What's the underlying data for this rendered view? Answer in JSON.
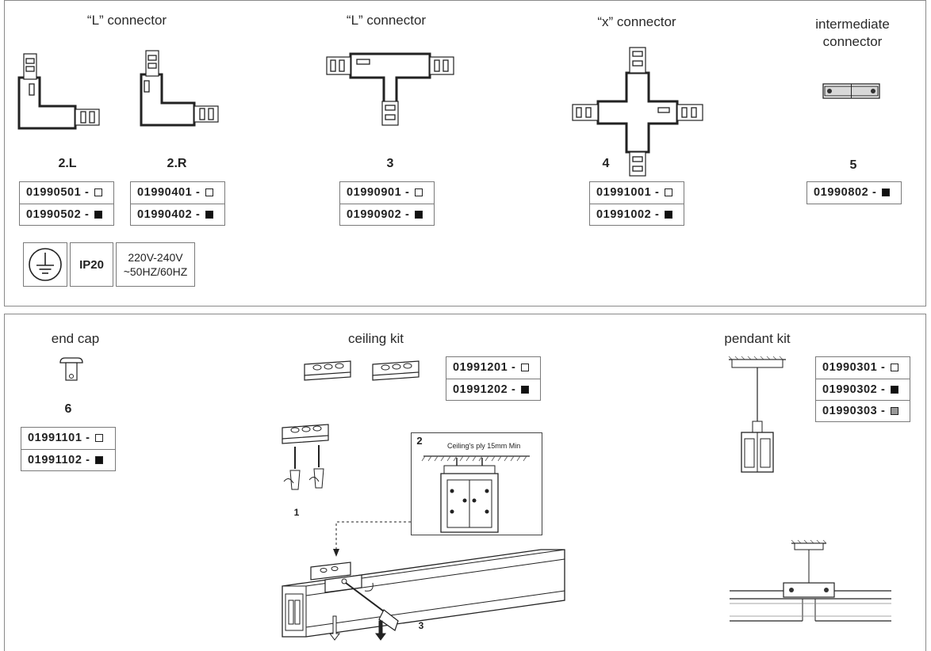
{
  "top_panel": {
    "products": [
      {
        "title": "“L” connector",
        "items": [
          {
            "number": "2.L",
            "codes": [
              {
                "code": "01990501 -",
                "swatch": "#ffffff"
              },
              {
                "code": "01990502 -",
                "swatch": "#111111"
              }
            ]
          },
          {
            "number": "2.R",
            "codes": [
              {
                "code": "01990401 -",
                "swatch": "#ffffff"
              },
              {
                "code": "01990402 -",
                "swatch": "#111111"
              }
            ]
          }
        ]
      },
      {
        "title": "“L” connector",
        "number": "3",
        "codes": [
          {
            "code": "01990901 -",
            "swatch": "#ffffff"
          },
          {
            "code": "01990902 -",
            "swatch": "#111111"
          }
        ]
      },
      {
        "title": "“x” connector",
        "number": "4",
        "codes": [
          {
            "code": "01991001 -",
            "swatch": "#ffffff"
          },
          {
            "code": "01991002 -",
            "swatch": "#111111"
          }
        ]
      },
      {
        "title_line1": "intermediate",
        "title_line2": "connector",
        "number": "5",
        "codes": [
          {
            "code": "01990802 -",
            "swatch": "#111111"
          }
        ]
      }
    ],
    "specs": {
      "ground_icon": "ground-symbol-icon",
      "ip": "IP20",
      "voltage": "220V-240V",
      "frequency": "~50HZ/60HZ"
    }
  },
  "bottom_panel": {
    "end_cap": {
      "title": "end cap",
      "number": "6",
      "codes": [
        {
          "code": "01991101 -",
          "swatch": "#ffffff"
        },
        {
          "code": "01991102 -",
          "swatch": "#111111"
        }
      ]
    },
    "ceiling_kit": {
      "title": "ceiling kit",
      "codes": [
        {
          "code": "01991201 -",
          "swatch": "#ffffff"
        },
        {
          "code": "01991202 -",
          "swatch": "#111111"
        }
      ],
      "steps": {
        "s1": "1",
        "s2": "2",
        "s3": "3"
      },
      "ceiling_note": "Ceiling's ply 15mm Min"
    },
    "pendant_kit": {
      "title": "pendant kit",
      "codes": [
        {
          "code": "01990301 -",
          "swatch": "#ffffff"
        },
        {
          "code": "01990302 -",
          "swatch": "#111111"
        },
        {
          "code": "01990303 -",
          "swatch": "#999999"
        }
      ]
    }
  }
}
